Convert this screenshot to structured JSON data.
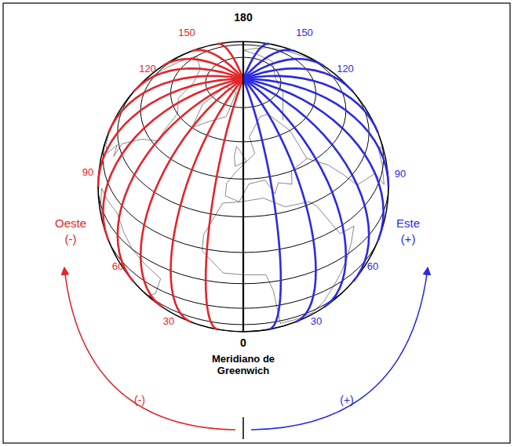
{
  "diagram": {
    "labels": [
      "180",
      "150",
      "120",
      "90",
      "60",
      "30",
      "150",
      "120",
      "90",
      "60",
      "30",
      "0",
      "Meridiano de Greenwich",
      "Oeste",
      "(-)",
      "Este",
      "(+)",
      "(-)",
      "(+)"
    ]
  }
}
